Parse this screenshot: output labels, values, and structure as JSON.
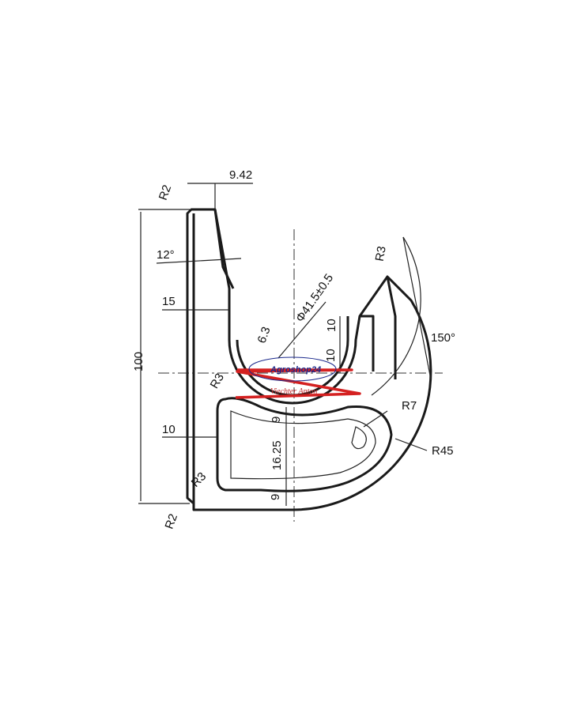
{
  "drawing": {
    "dimensions": {
      "top_width": "9.42",
      "radius_top_left": "R2",
      "taper_angle": "12°",
      "inner_wall": "15",
      "overall_height": "100",
      "radius_hook": "6.3",
      "hook_diameter": "Φ41.5±0.5",
      "right_offset_upper": "10",
      "right_offset_lower": "10",
      "radius_tip": "R3",
      "tip_angle": "150°",
      "radius_slot": "R3",
      "radius_r7": "R7",
      "radius_outer": "R45",
      "slot_wall": "10",
      "radius_slot_lower": "R3",
      "radius_bottom_left": "R2",
      "web_upper": "9",
      "slot_height": "16.25",
      "web_lower": "9"
    },
    "watermark": {
      "brand": "Agroshop24",
      "subtitle": "Viechter Anton",
      "colors": {
        "brand": "#1c2a8c",
        "subtitle": "#c0282a",
        "underline": "#d42020"
      }
    }
  }
}
